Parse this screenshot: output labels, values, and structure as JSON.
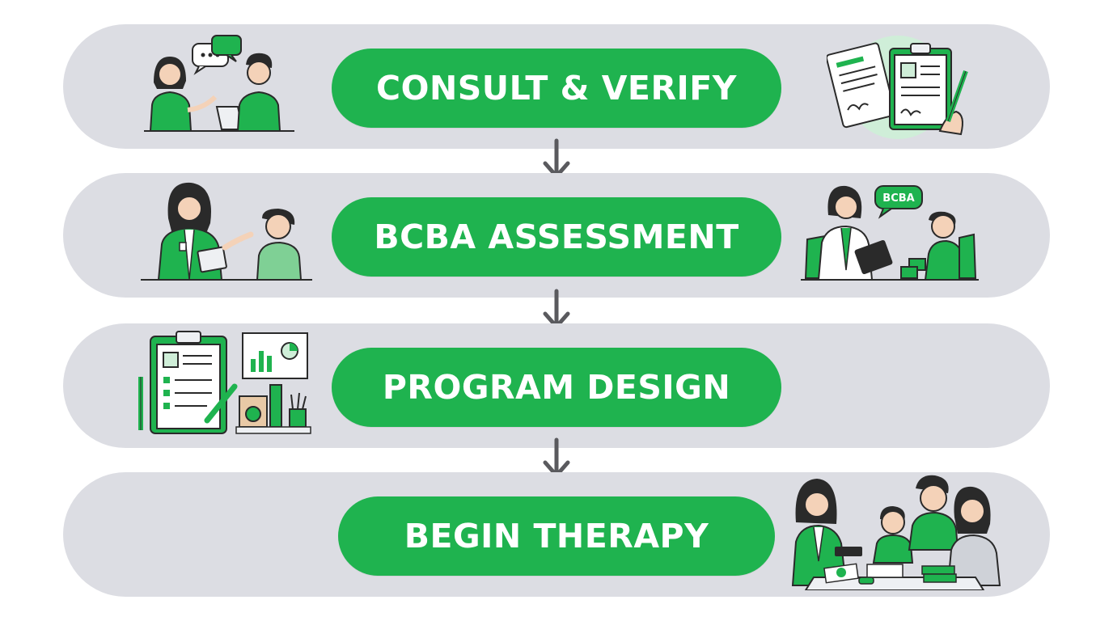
{
  "colors": {
    "band": "#dcdde3",
    "pill": "#1fb34f",
    "pill_text": "#ffffff",
    "arrow": "#5a5a5e",
    "accent_green": "#1fb34f",
    "outline": "#2a2a2a"
  },
  "steps": [
    {
      "label": "CONSULT & VERIFY",
      "left_icon": "consultation-illustration",
      "right_icon": "document-verification-illustration"
    },
    {
      "label": "BCBA ASSESSMENT",
      "left_icon": "assessment-illustration",
      "right_icon": "bcba-session-illustration",
      "badge": "BCBA"
    },
    {
      "label": "PROGRAM DESIGN",
      "left_icon": "planning-clipboard-illustration"
    },
    {
      "label": "BEGIN THERAPY",
      "right_icon": "family-therapy-illustration"
    }
  ]
}
